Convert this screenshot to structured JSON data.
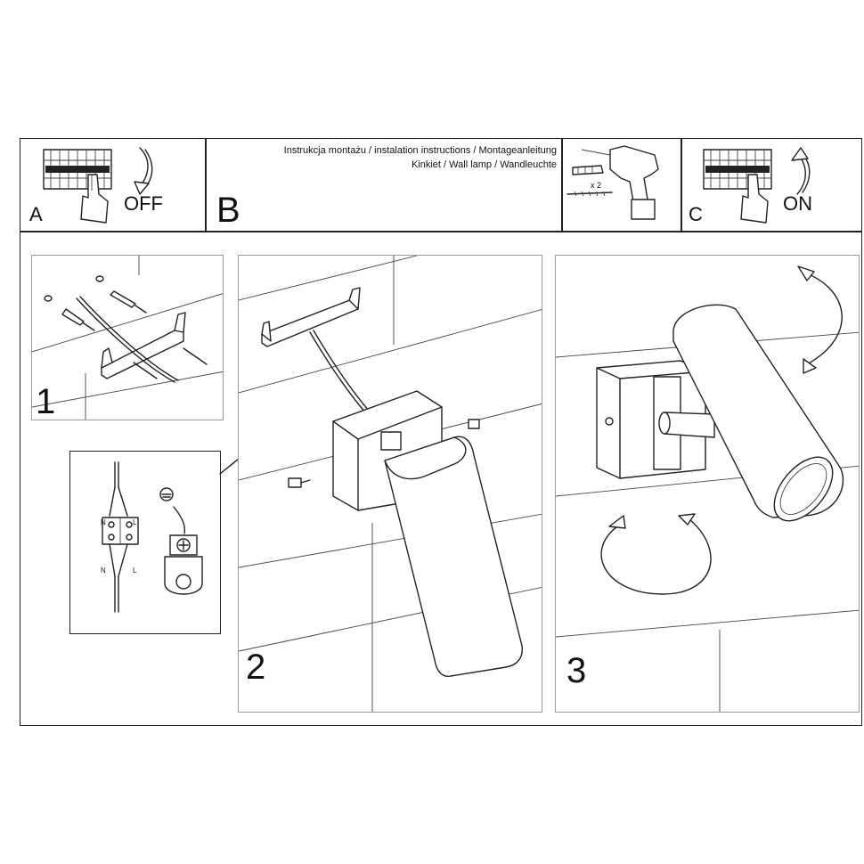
{
  "header": {
    "title_line1": "Instrukcja montażu / instalation instructions / Montageanleitung",
    "title_line2": "Kinkiet / Wall lamp / Wandleuchte"
  },
  "step_a": {
    "letter": "A",
    "word": "OFF",
    "icon": "circuit-breaker-icon"
  },
  "step_b": {
    "letter": "B",
    "count_label": "x 2",
    "icon": "drill-icon"
  },
  "step_c": {
    "letter": "C",
    "word": "ON",
    "icon": "circuit-breaker-icon"
  },
  "steps": [
    {
      "number": "1"
    },
    {
      "number": "2"
    },
    {
      "number": "3"
    }
  ],
  "wiring": {
    "terminal_labels": [
      "N",
      "L",
      "N",
      "L"
    ],
    "icon": "ground-symbol-icon"
  }
}
